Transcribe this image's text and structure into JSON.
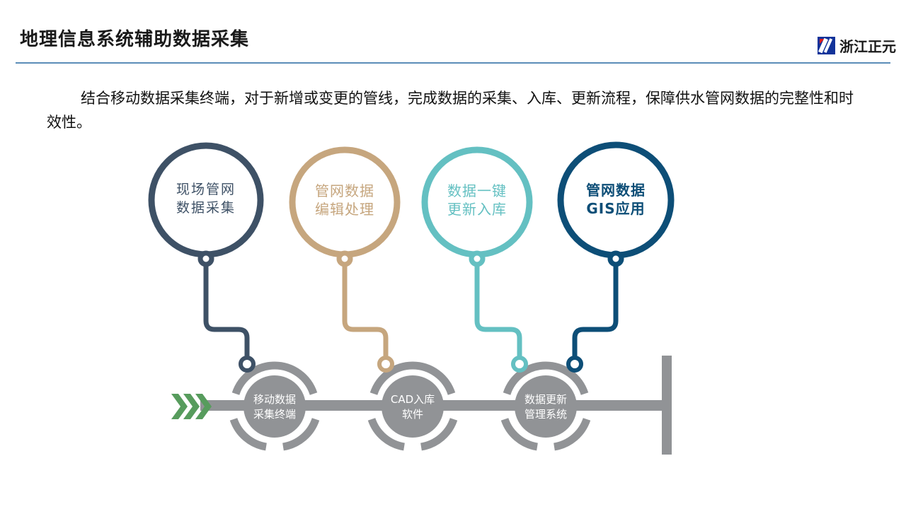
{
  "header": {
    "title": "地理信息系统辅助数据采集",
    "logo_text": "浙江正元",
    "logo_icon": "zhengyuan-logo-icon",
    "rule_color": "#5b8db8"
  },
  "body": {
    "paragraph": "结合移动数据采集终端，对于新增或变更的管线，完成数据的采集、入库、更新流程，保障供水管网数据的完整性和时效性。"
  },
  "diagram": {
    "type": "process-flow",
    "top_nodes": [
      {
        "line1": "现场管网",
        "line2": "数据采集",
        "color": "#3e5166",
        "font": "serif",
        "bold": false
      },
      {
        "line1": "管网数据",
        "line2": "编辑处理",
        "color": "#c6a67e",
        "font": "sans",
        "bold": false
      },
      {
        "line1": "数据一键",
        "line2": "更新入库",
        "color": "#64c0c2",
        "font": "sans",
        "bold": false
      },
      {
        "line1": "管网数据",
        "line2": "GIS应用",
        "color": "#0d4e77",
        "font": "sans",
        "bold": true
      }
    ],
    "bottom_nodes": [
      {
        "line1": "移动数据",
        "line2": "采集终端",
        "color": "#919396"
      },
      {
        "line1": "CAD入库",
        "line2": "软件",
        "color": "#919396"
      },
      {
        "line1": "数据更新",
        "line2": "管理系统",
        "color": "#919396"
      }
    ],
    "connectors": [
      {
        "from": "现场管网数据采集",
        "to": "移动数据采集终端",
        "color": "#3e5166"
      },
      {
        "from": "管网数据编辑处理",
        "to": "CAD入库软件",
        "color": "#c6a67e"
      },
      {
        "from": "数据一键更新入库",
        "to": "数据更新管理系统",
        "color": "#64c0c2"
      },
      {
        "from": "管网数据GIS应用",
        "to": "数据更新管理系统",
        "color": "#0d4e77"
      }
    ],
    "pipeline": {
      "color": "#919396",
      "inflow_arrow_color": "#579c5d",
      "inflow_arrow_count": 3,
      "end_cap": "vertical-bar"
    }
  }
}
